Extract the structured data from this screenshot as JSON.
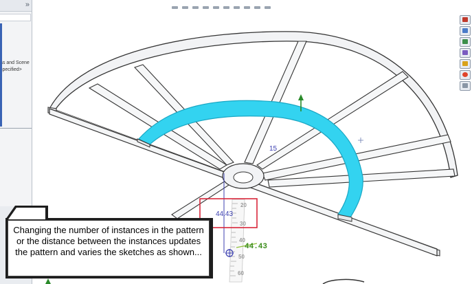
{
  "left_panel": {
    "expand_glyph": "»",
    "item_partial_1": "as and Scene",
    "item_partial_2": "specified>"
  },
  "viewport": {
    "dimension_angle": "15",
    "dimension_distance": "44.43",
    "ruler_ticks": [
      "20",
      "30",
      "40",
      "50",
      "60"
    ],
    "ruler_value": "44.43"
  },
  "right_toolbar": {
    "icons": [
      "view-orientation-icon",
      "display-style-icon",
      "scene-icon",
      "appearance-icon",
      "section-view-icon",
      "realview-icon",
      "task-pane-icon"
    ]
  },
  "callout": {
    "text": "Changing the number of instances in the pattern or the distance between the instances updates the pattern and varies the sketches as shown..."
  },
  "colors": {
    "highlight": "#33d3f0",
    "frame_outline": "#3a3a3a",
    "selection_box": "#d9263a",
    "dimension": "#3b3fb0",
    "ruler_value": "#3e8e1e"
  }
}
